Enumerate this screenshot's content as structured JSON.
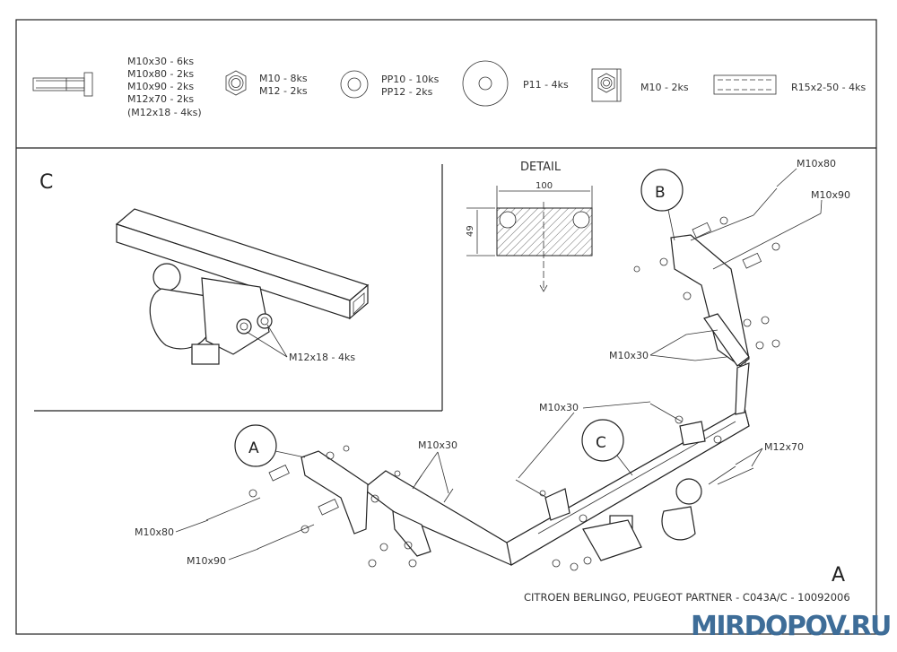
{
  "parts_list": {
    "bolts": [
      "M10x30 - 6ks",
      "M10x80 - 2ks",
      "M10x90 - 2ks",
      "M12x70 - 2ks",
      "(M12x18 - 4ks)"
    ],
    "nuts": [
      "M10 - 8ks",
      "M12 - 2ks"
    ],
    "washers": [
      "PP10 - 10ks",
      "PP12 - 2ks"
    ],
    "large_washer": "P11 - 4ks",
    "cage_nut": "M10 - 2ks",
    "spacer_tube": "R15x2-50 - 4ks"
  },
  "detail_c": {
    "label": "C",
    "bolt_callout": "M12x18 - 4ks"
  },
  "detail": {
    "title": "DETAIL",
    "width_dim": "100",
    "height_dim": "49"
  },
  "main_view": {
    "circle_b": "B",
    "circle_a": "A",
    "circle_c": "C",
    "view_label": "A",
    "callouts": {
      "b_m10x80": "M10x80",
      "b_m10x90": "M10x90",
      "b_m10x30": "M10x30",
      "center_m10x30": "M10x30",
      "a_m10x30": "M10x30",
      "m12x70": "M12x70",
      "a_m10x80": "M10x80",
      "a_m10x90": "M10x90"
    }
  },
  "footer": {
    "title_block": "CITROEN BERLINGO, PEUGEOT PARTNER - C043A/C - 10092006",
    "watermark": "MIRDOPOV.RU"
  },
  "colors": {
    "watermark": "#3e6d98",
    "line": "#222222"
  }
}
